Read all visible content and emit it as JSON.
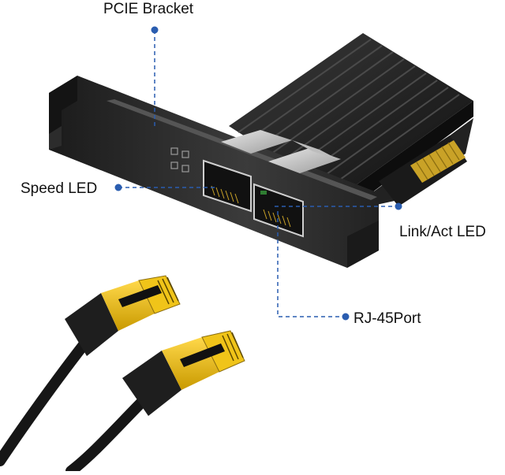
{
  "callouts": {
    "bracket": "PCIE Bracket",
    "speed_led": "Speed LED",
    "link_act_led": "Link/Act LED",
    "rj45_port": "RJ-45Port"
  },
  "colors": {
    "callout_line": "#2a5db0",
    "heatsink": "#1c1c1c",
    "bracket": "#2a2a2a",
    "pcb_gold": "#c9a227",
    "connector_yellow": "#f0c419",
    "cable_black": "#161616",
    "label_text": "#111111"
  }
}
